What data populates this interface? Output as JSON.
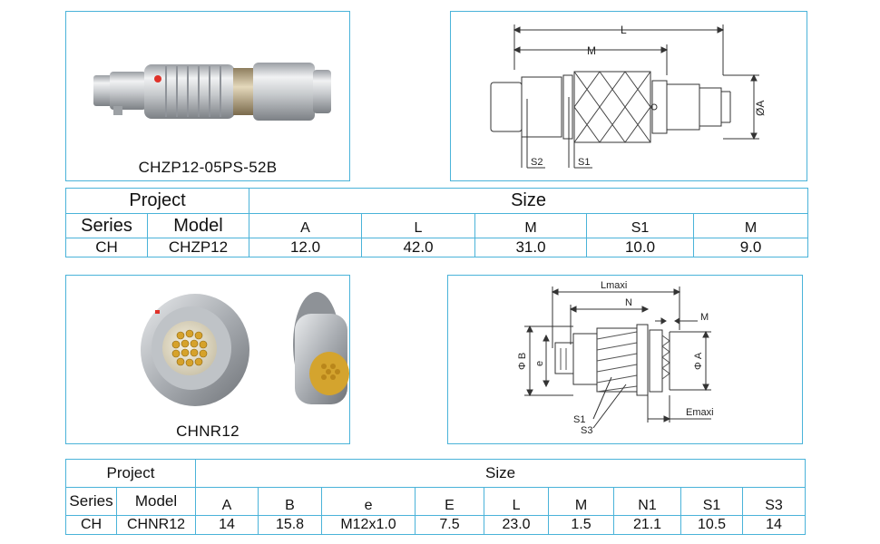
{
  "product1": {
    "caption": "CHZP12-05PS-52B",
    "diagram_labels": {
      "L": "L",
      "M": "M",
      "A": "ØA",
      "S1": "S1",
      "S2": "S2"
    },
    "table": {
      "project_label": "Project",
      "size_label": "Size",
      "series_label": "Series",
      "model_label": "Model",
      "dim_headers": [
        "A",
        "L",
        "M",
        "S1",
        "M"
      ],
      "series": "CH",
      "model": "CHZP12",
      "values": [
        "12.0",
        "42.0",
        "31.0",
        "10.0",
        "9.0"
      ]
    }
  },
  "product2": {
    "caption": "CHNR12",
    "diagram_labels": {
      "Lmaxi": "Lmaxi",
      "N": "N",
      "M": "M",
      "B": "Φ B",
      "e": "e",
      "A": "Φ A",
      "S1": "S1",
      "S3": "S3",
      "Emaxi": "Emaxi"
    },
    "table": {
      "project_label": "Project",
      "size_label": "Size",
      "series_label": "Series",
      "model_label": "Model",
      "dim_headers": [
        "A",
        "B",
        "e",
        "E",
        "L",
        "M",
        "N1",
        "S1",
        "S3"
      ],
      "series": "CH",
      "model": "CHNR12",
      "values": [
        "14",
        "15.8",
        "M12x1.0",
        "7.5",
        "23.0",
        "1.5",
        "21.1",
        "10.5",
        "14"
      ]
    }
  }
}
